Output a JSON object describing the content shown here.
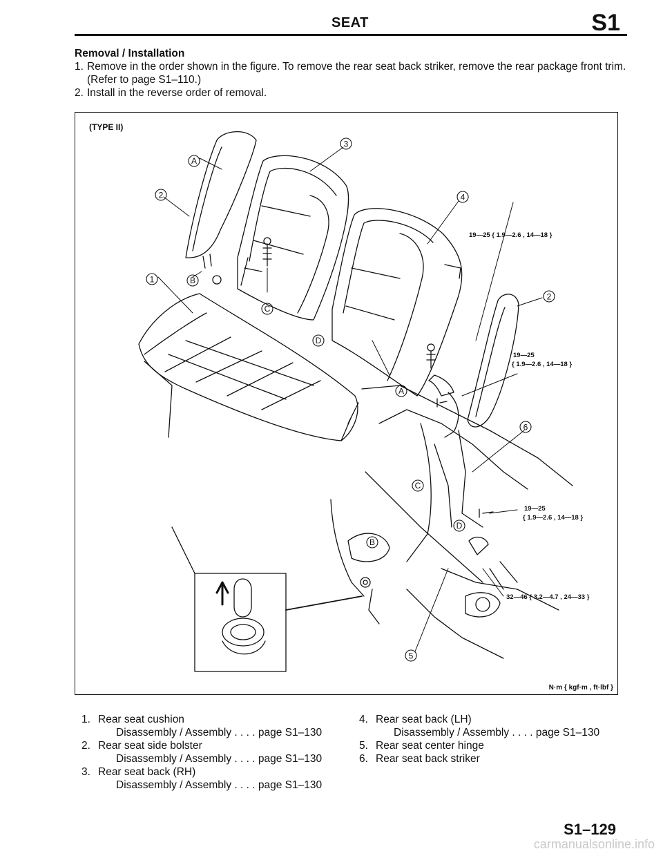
{
  "header": {
    "title": "SEAT",
    "section_code": "S1"
  },
  "intro": {
    "heading": "Removal / Installation",
    "steps": [
      {
        "num": "1.",
        "text": "Remove in the order shown in the figure. To remove the rear seat back striker, remove the rear package front trim. (Refer to page S1–110.)"
      },
      {
        "num": "2.",
        "text": "Install in the reverse order of removal."
      }
    ]
  },
  "figure": {
    "type_label": "(TYPE II)",
    "units": "N·m { kgf·m , ft·lbf }",
    "torque_specs": [
      "19—25 { 1.9—2.6 , 14—18 }",
      "19—25",
      "{ 1.9—2.6 , 14—18 }",
      "19—25",
      "{ 1.9—2.6 , 14—18 }",
      "32—46 { 3.2—4.7 , 24—33 }"
    ],
    "part_callouts": [
      "1",
      "2",
      "3",
      "4",
      "2",
      "6",
      "5"
    ],
    "letter_callouts": [
      "A",
      "B",
      "C",
      "D",
      "A",
      "C",
      "D",
      "B"
    ]
  },
  "legend": {
    "left": [
      {
        "num": "1.",
        "label": "Rear seat cushion",
        "sub": "Disassembly / Assembly . . . . page S1–130"
      },
      {
        "num": "2.",
        "label": "Rear seat side bolster",
        "sub": "Disassembly / Assembly . . . . page S1–130"
      },
      {
        "num": "3.",
        "label": "Rear seat back (RH)",
        "sub": "Disassembly / Assembly . . . . page S1–130"
      }
    ],
    "right": [
      {
        "num": "4.",
        "label": "Rear seat back (LH)",
        "sub": "Disassembly / Assembly . . . . page S1–130"
      },
      {
        "num": "5.",
        "label": "Rear seat center hinge",
        "sub": ""
      },
      {
        "num": "6.",
        "label": "Rear seat back striker",
        "sub": ""
      }
    ]
  },
  "footer": {
    "page_number": "S1–129",
    "watermark": "carmanualsonline.info"
  }
}
